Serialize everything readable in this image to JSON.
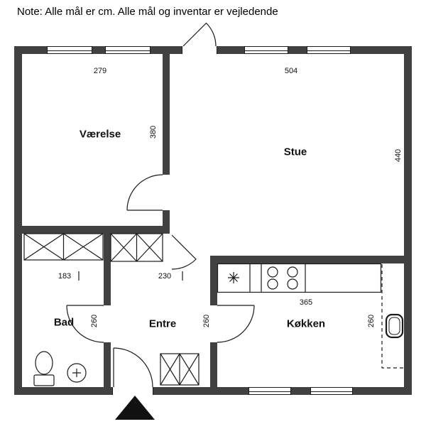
{
  "note": "Note: Alle mål er cm. Alle mål og inventar er vejledende",
  "rooms": {
    "vaerelse": {
      "name": "Værelse",
      "width_cm": "279",
      "depth_cm": "380"
    },
    "stue": {
      "name": "Stue",
      "width_cm": "504",
      "depth_cm": "440"
    },
    "bad": {
      "name": "Bad",
      "width_cm": "183",
      "depth_cm": "260"
    },
    "entre": {
      "name": "Entre",
      "width_cm": "230",
      "depth_cm": "260"
    },
    "koekken": {
      "name": "Køkken",
      "width_cm": "365",
      "depth_cm": "260"
    }
  },
  "symbols": {
    "entrance_marker": "filled-triangle-up",
    "doors": "quarter-arc-swing",
    "wardrobes": "x-crossed-box",
    "toilet": "toilet-top-view",
    "washbasin": "round-basin-with-cross",
    "stove": "four-burner-circles",
    "sink_drain": "asterisk",
    "tall_cabinet": "dashed-outline"
  },
  "colors": {
    "wall": "#414141",
    "line": "#1b1b1b",
    "background": "#ffffff",
    "text": "#111111"
  }
}
